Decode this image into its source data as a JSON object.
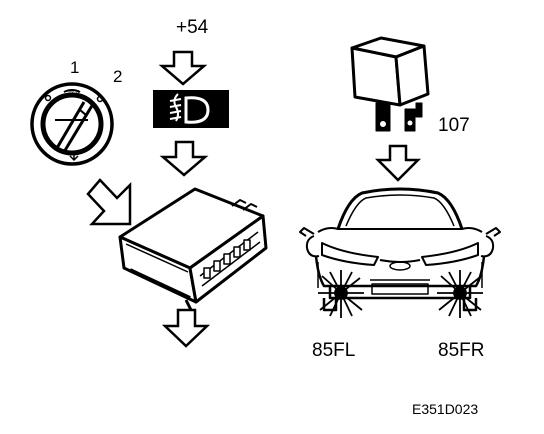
{
  "labels": {
    "terminal": "+54",
    "switch_pos_1": "1",
    "switch_pos_2": "2",
    "relay_number": "107",
    "lamp_left": "85FL",
    "lamp_right": "85FR",
    "figure_code": "E351D023"
  },
  "colors": {
    "ink": "#000000",
    "paper": "#ffffff",
    "indicator_bg": "#000000",
    "indicator_symbol": "#ffffff"
  },
  "icons": {
    "light_switch": "rotary-light-switch-icon",
    "indicator": "fog-light-indicator-icon",
    "control_module": "control-module-icon",
    "relay": "relay-icon",
    "car": "car-front-icon",
    "arrow": "down-arrow-icon"
  }
}
